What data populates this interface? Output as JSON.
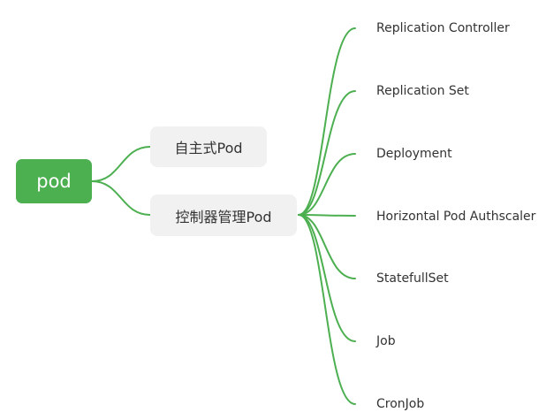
{
  "diagram": {
    "type": "mind-map",
    "line_color": "#4caf50",
    "root": {
      "label": "pod",
      "color": "#4caf50"
    },
    "branches": [
      {
        "label": "自主式Pod",
        "children": []
      },
      {
        "label": "控制器管理Pod",
        "children": [
          "Replication Controller",
          "Replication Set",
          "Deployment",
          "Horizontal Pod Authscaler",
          "StatefullSet",
          "Job",
          "CronJob"
        ]
      }
    ]
  }
}
